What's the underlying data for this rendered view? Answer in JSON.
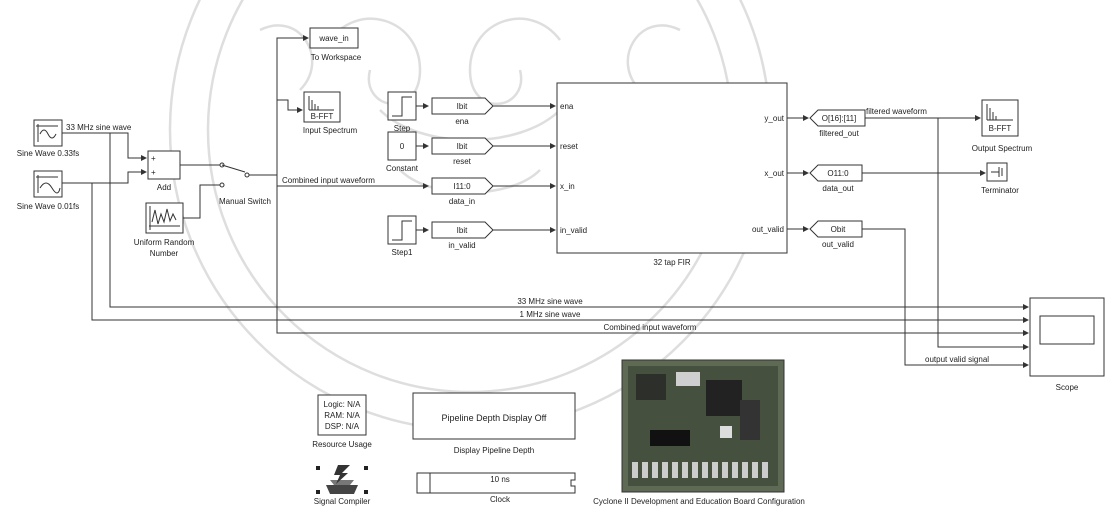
{
  "blocks": {
    "sine1_label": "Sine Wave 0.33fs",
    "sine2_label": "Sine Wave 0.01fs",
    "add_label": "Add",
    "add_plus1": "+",
    "add_plus2": "+",
    "uniform_label_1": "Uniform Random",
    "uniform_label_2": "Number",
    "manual_switch_label": "Manual Switch",
    "to_workspace_text": "wave_in",
    "to_workspace_label": "To Workspace",
    "input_spectrum_text": "B-FFT",
    "input_spectrum_label": "Input Spectrum",
    "step_label": "Step",
    "constant_value": "0",
    "constant_label": "Constant",
    "step1_label": "Step1",
    "fir_label": "32 tap FIR",
    "output_spectrum_text": "B-FFT",
    "output_spectrum_label": "Output Spectrum",
    "terminator_label": "Terminator",
    "scope_label": "Scope",
    "resource_logic": "Logic: N/A",
    "resource_ram": "RAM: N/A",
    "resource_dsp": "DSP: N/A",
    "resource_label": "Resource Usage",
    "pipeline_text": "Pipeline Depth Display Off",
    "pipeline_label": "Display Pipeline Depth",
    "signal_compiler_label": "Signal Compiler",
    "clock_value": "10 ns",
    "clock_label": "Clock",
    "board_label": "Cyclone II Development and Education Board Configuration"
  },
  "ports": {
    "ena_type": "Ibit",
    "ena_label": "ena",
    "reset_type": "Ibit",
    "reset_label": "reset",
    "data_in_type": "I11:0",
    "data_in_label": "data_in",
    "in_valid_type": "Ibit",
    "in_valid_label": "in_valid",
    "filtered_out_type": "O[16]:[11]",
    "filtered_out_label": "filtered_out",
    "data_out_type": "O11:0",
    "data_out_label": "data_out",
    "out_valid_type": "Obit",
    "out_valid_label": "out_valid",
    "fir_in_ena": "ena",
    "fir_in_reset": "reset",
    "fir_in_x": "x_in",
    "fir_in_valid": "in_valid",
    "fir_out_y": "y_out",
    "fir_out_x": "x_out",
    "fir_out_valid": "out_valid"
  },
  "signals": {
    "sine_33mhz": "33 MHz sine wave",
    "combined_input": "Combined input waveform",
    "filtered": "filtered waveform",
    "scope_33mhz": "33 MHz sine wave",
    "scope_1mhz": "1 MHz sine wave",
    "scope_combined": "Combined input waveform",
    "scope_out_valid": "output valid signal"
  }
}
